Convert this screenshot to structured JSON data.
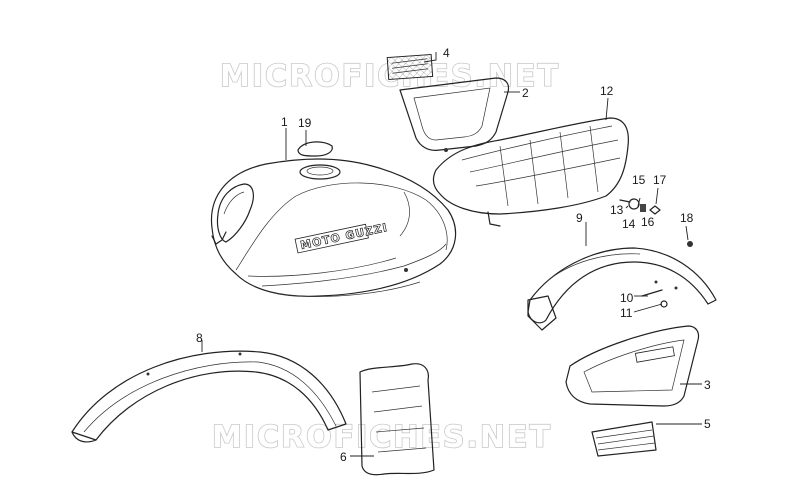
{
  "watermark": {
    "top": "MICROFICHES.NET",
    "bottom": "MICROFICHES.NET"
  },
  "tank_logo": "MOTO GUZZI",
  "callouts": {
    "c1": "1",
    "c2": "2",
    "c3": "3",
    "c4": "4",
    "c5": "5",
    "c6": "6",
    "c8": "8",
    "c9": "9",
    "c10": "10",
    "c11": "11",
    "c12": "12",
    "c13": "13",
    "c14": "14",
    "c15": "15",
    "c16": "16",
    "c17": "17",
    "c18": "18",
    "c19": "19"
  }
}
